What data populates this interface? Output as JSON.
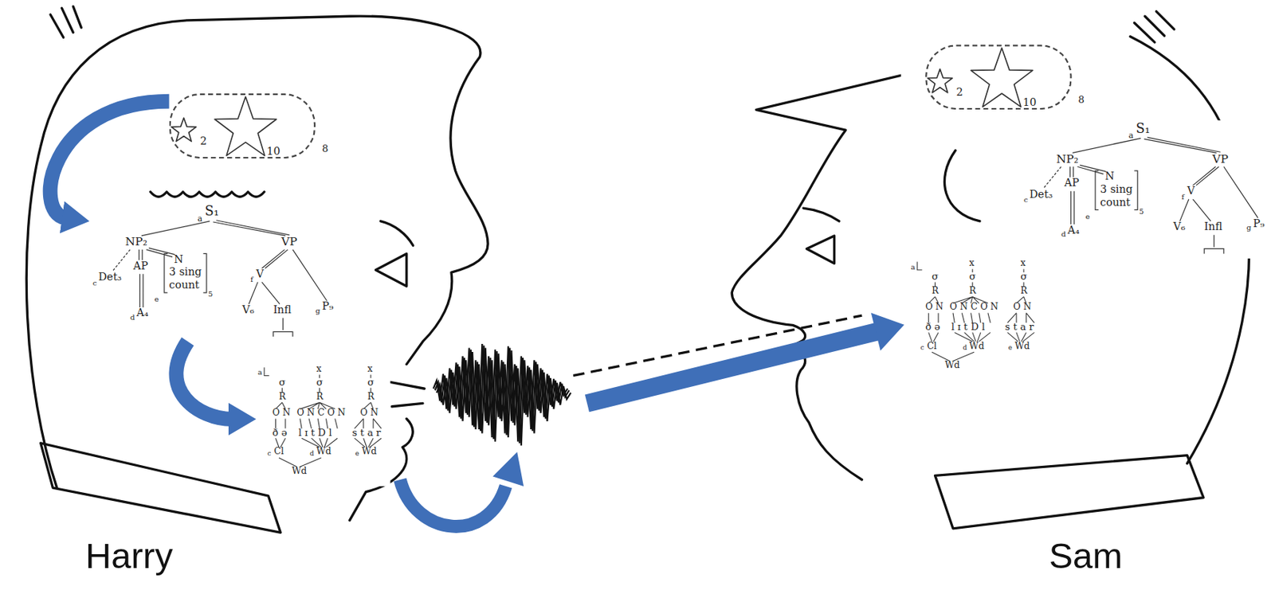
{
  "diagram": {
    "nodes": [
      {
        "text": [
          "2",
          "10",
          "8"
        ]
      },
      {
        "text": [
          "a",
          "S₁",
          "NP₂",
          "VP",
          "c",
          "Det₃",
          "AP",
          "d",
          "A₄",
          "e",
          "N",
          "3 sing",
          "count",
          "5",
          "f",
          "V",
          "V₆",
          "Infl",
          "g",
          "P₉"
        ]
      },
      {
        "text": [
          "a",
          "x",
          "x",
          "σ",
          "σ",
          "σ",
          "R",
          "R",
          "R",
          "O N",
          "O N C O N",
          "O N",
          "ð ə",
          "l ɪ t D l",
          "s t a r",
          "c",
          "Cl",
          "d",
          "Wd",
          "e",
          "Wd",
          "Wd"
        ]
      },
      {
        "text": [
          "2",
          "10",
          "8"
        ]
      },
      {
        "text": [
          "a",
          "S₁",
          "NP₂",
          "VP",
          "c",
          "Det₃",
          "AP",
          "d",
          "A₄",
          "e",
          "N",
          "3 sing",
          "count",
          "5",
          "f",
          "V",
          "V₆",
          "Infl",
          "g",
          "P₉"
        ]
      },
      {
        "text": [
          "a",
          "x",
          "x",
          "σ",
          "σ",
          "σ",
          "R",
          "R",
          "R",
          "O N",
          "O N C O N",
          "O N",
          "ð ə",
          "l ɪ t D l",
          "s t a r",
          "c",
          "Cl",
          "d",
          "Wd",
          "e",
          "Wd",
          "Wd"
        ]
      }
    ],
    "edges": [
      {
        "from": 0,
        "to": 1,
        "arrow": "to"
      },
      {
        "from": 1,
        "to": 2,
        "arrow": "to"
      }
    ],
    "labels": [
      "Harry",
      "Sam"
    ]
  }
}
